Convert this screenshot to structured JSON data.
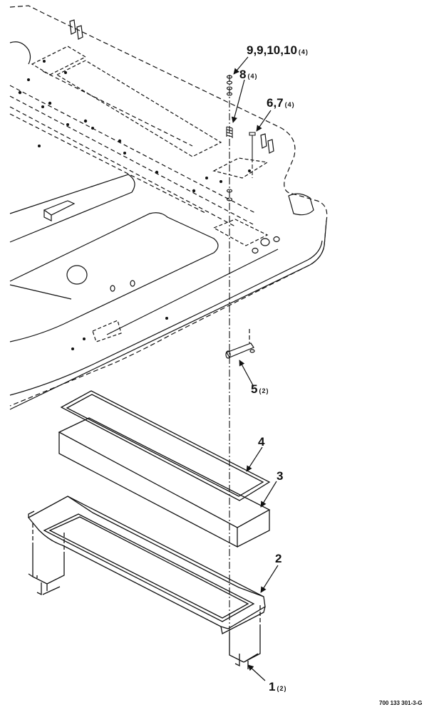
{
  "callouts": [
    {
      "id": "c9",
      "number": "9,9,10,10",
      "qty": "(4)"
    },
    {
      "id": "c8",
      "number": "8",
      "qty": "(4)"
    },
    {
      "id": "c6",
      "number": "6,7",
      "qty": "(4)"
    },
    {
      "id": "c5",
      "number": "5",
      "qty": "(2)"
    },
    {
      "id": "c4",
      "number": "4",
      "qty": ""
    },
    {
      "id": "c3",
      "number": "3",
      "qty": ""
    },
    {
      "id": "c2",
      "number": "2",
      "qty": ""
    },
    {
      "id": "c1",
      "number": "1",
      "qty": "(2)"
    }
  ],
  "drawing_number": "700 133 301-3-G",
  "colors": {
    "ink": "#111111",
    "paper": "#ffffff"
  }
}
